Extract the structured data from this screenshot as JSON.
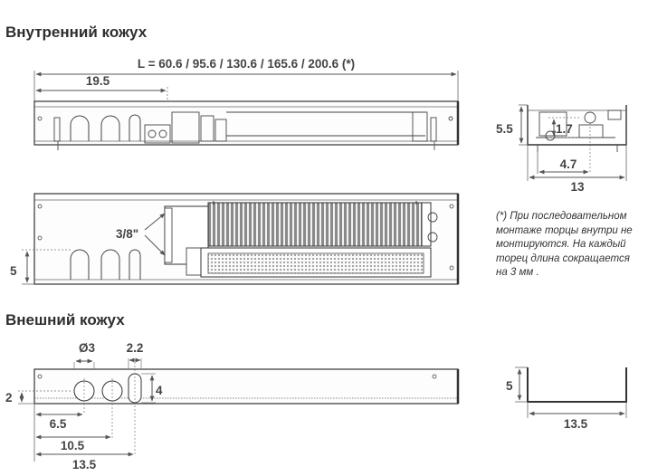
{
  "headings": {
    "inner": "Внутренний кожух",
    "outer": "Внешний кожух"
  },
  "dimensions": {
    "length": "L = 60.6 / 95.6 / 130.6 / 165.6 / 200.6 (*)",
    "d19_5": "19.5",
    "height_5_5": "5.5",
    "d1_7": "1.7",
    "d4_7": "4.7",
    "width_13": "13",
    "pipe": "3/8\"",
    "side_5": "5",
    "hole_diam": "Ø3",
    "d2_2": "2.2",
    "d2": "2",
    "d4": "4",
    "d6_5": "6.5",
    "d10_5": "10.5",
    "d13_5": "13.5",
    "outer_h5": "5",
    "outer_w13_5": "13.5"
  },
  "note": [
    "(*) При последовательном",
    "монтаже торцы внутри не",
    "монтируются. На каждый",
    "торец  длина сокращается",
    "на 3 мм ."
  ]
}
